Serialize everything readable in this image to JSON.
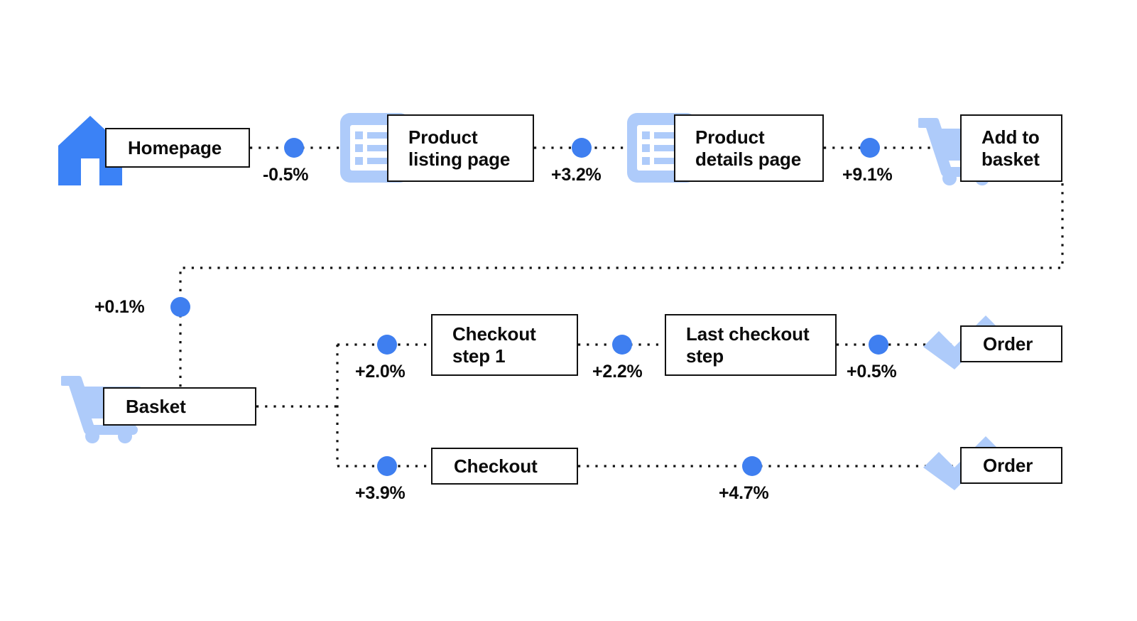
{
  "diagram": {
    "title": "Ecommerce funnel step conversion uplift flow",
    "colors": {
      "dot_blue": "#3f7ff0",
      "icon_blue_solid": "#3b82f6",
      "icon_blue_light": "#aecbfa",
      "box_border": "#111111",
      "background": "#ffffff",
      "text": "#0b0b0b"
    },
    "nodes": [
      {
        "id": "homepage",
        "label": "Homepage",
        "icon": "house-icon",
        "lines": 1
      },
      {
        "id": "product-listing-page",
        "label": "Product\nlisting page",
        "icon": "list-page-icon",
        "lines": 2
      },
      {
        "id": "product-details-page",
        "label": "Product\ndetails page",
        "icon": "list-page-icon",
        "lines": 2
      },
      {
        "id": "add-to-basket",
        "label": "Add to\nbasket",
        "icon": "shopping-cart-icon",
        "lines": 2
      },
      {
        "id": "basket",
        "label": "Basket",
        "icon": "shopping-cart-icon",
        "lines": 1
      },
      {
        "id": "checkout-step-1",
        "label": "Checkout\nstep 1",
        "icon": "none",
        "lines": 2
      },
      {
        "id": "last-checkout-step",
        "label": "Last checkout\nstep",
        "icon": "none",
        "lines": 2
      },
      {
        "id": "order-top",
        "label": "Order",
        "icon": "checkmark-icon",
        "lines": 1
      },
      {
        "id": "checkout",
        "label": "Checkout",
        "icon": "none",
        "lines": 1
      },
      {
        "id": "order-bottom",
        "label": "Order",
        "icon": "checkmark-icon",
        "lines": 1
      }
    ],
    "transitions": [
      {
        "id": "homepage-to-plp",
        "value": "-0.5%"
      },
      {
        "id": "plp-to-pdp",
        "value": "+3.2%"
      },
      {
        "id": "pdp-to-add-to-basket",
        "value": "+9.1%"
      },
      {
        "id": "add-to-basket-to-basket",
        "value": "+0.1%"
      },
      {
        "id": "basket-to-checkout-step-1",
        "value": "+2.0%"
      },
      {
        "id": "checkout-step-1-to-last-step",
        "value": "+2.2%"
      },
      {
        "id": "last-step-to-order",
        "value": "+0.5%"
      },
      {
        "id": "basket-to-checkout",
        "value": "+3.9%"
      },
      {
        "id": "checkout-to-order",
        "value": "+4.7%"
      }
    ]
  }
}
